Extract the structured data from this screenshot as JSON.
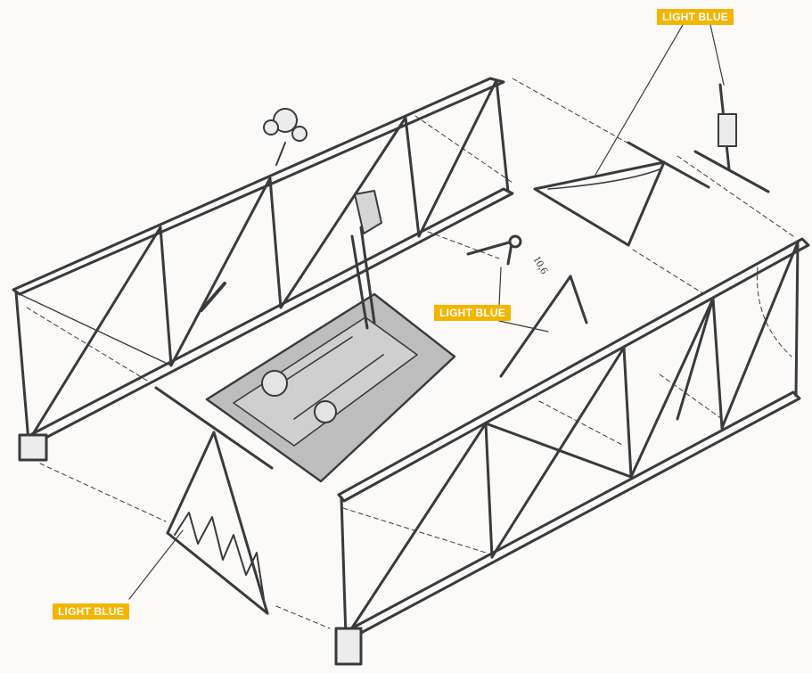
{
  "callouts": [
    {
      "text": "LIGHT BLUE"
    },
    {
      "text": "LIGHT BLUE"
    },
    {
      "text": "LIGHT BLUE"
    }
  ],
  "dimension_text": "10,6",
  "colors": {
    "label_background": "#f2b500",
    "label_text": "#ffffff",
    "line_art": "#3a3a3a",
    "platform_shade": "#bdbdbd",
    "background": "#fbfaf8"
  },
  "icons": [
    "box-frame-line-art",
    "pressure-gauge-icon",
    "tank-icon"
  ]
}
